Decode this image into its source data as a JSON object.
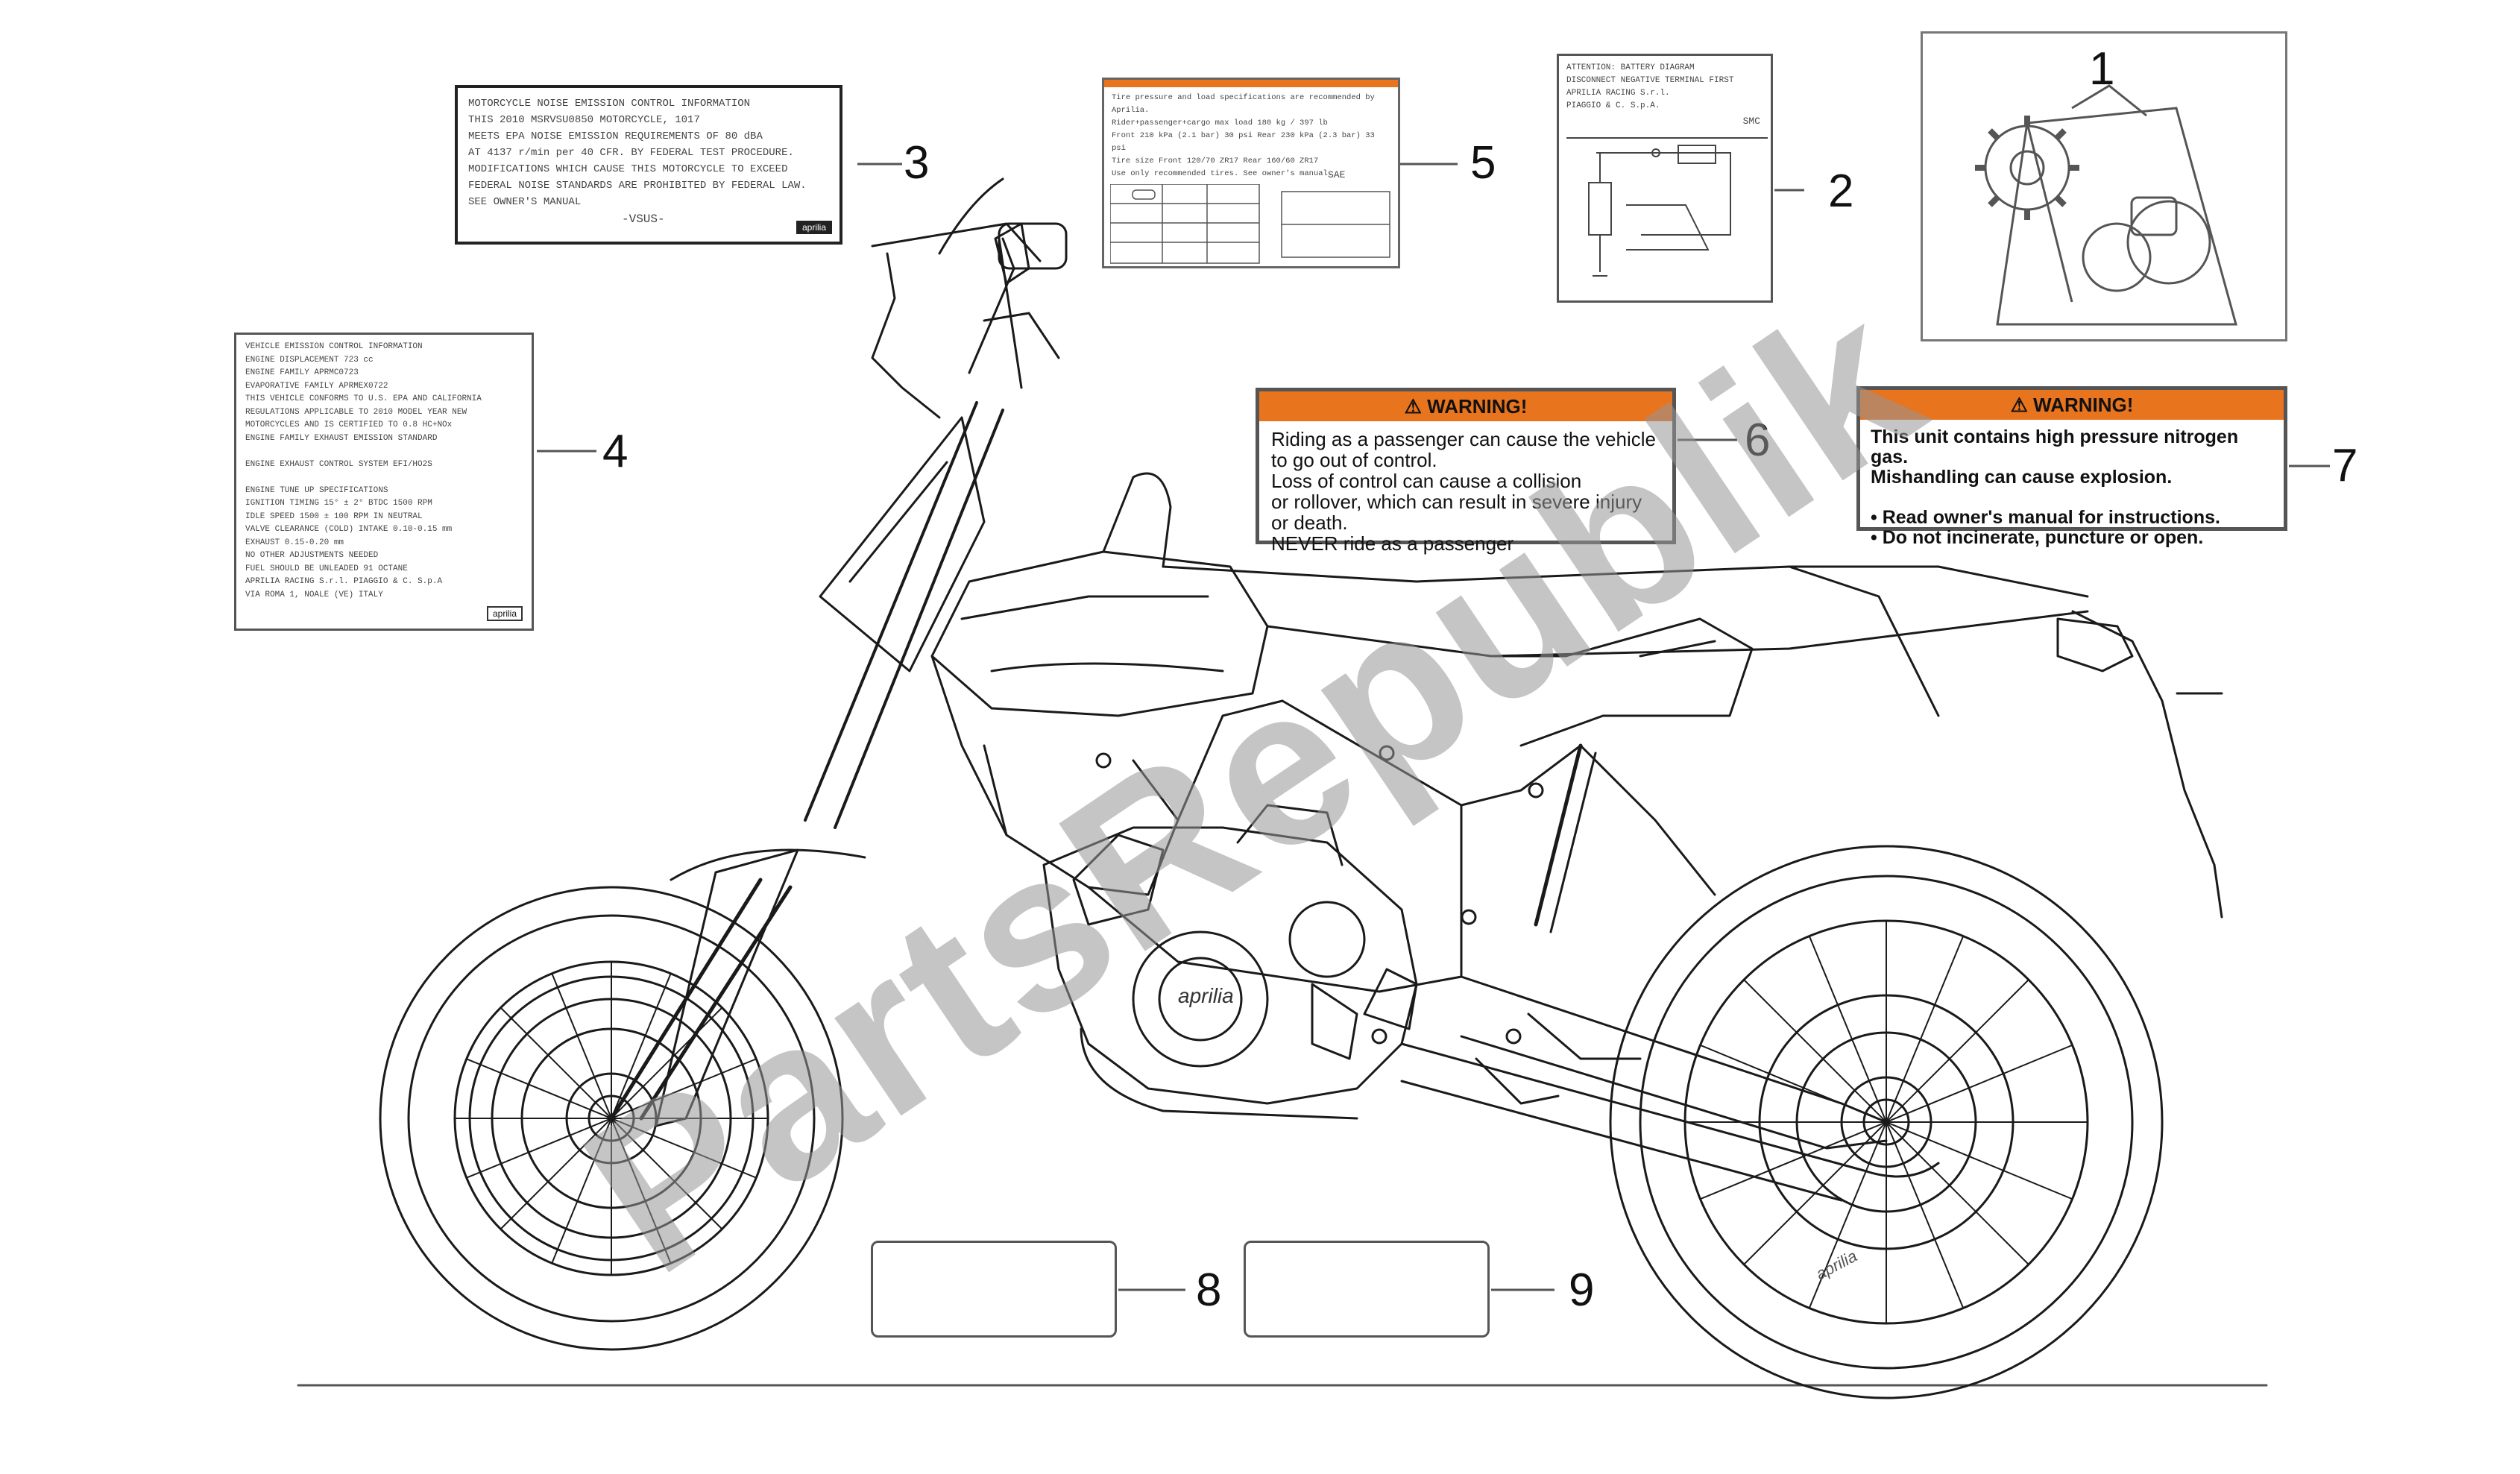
{
  "callouts": [
    "1",
    "2",
    "3",
    "4",
    "5",
    "6",
    "7",
    "8",
    "9"
  ],
  "label3": {
    "lines": [
      "MOTORCYCLE NOISE EMISSION CONTROL INFORMATION",
      "THIS 2010 MSRVSU0850 MOTORCYCLE, 1017",
      "MEETS EPA NOISE EMISSION REQUIREMENTS OF 80 dBA",
      "AT 4137 r/min per 40 CFR. BY FEDERAL TEST PROCEDURE.",
      "MODIFICATIONS WHICH CAUSE THIS MOTORCYCLE TO EXCEED",
      "FEDERAL NOISE STANDARDS ARE PROHIBITED BY FEDERAL LAW.",
      "SEE OWNER'S MANUAL"
    ],
    "model_tag": "-VSUS-",
    "brand": "aprilia"
  },
  "label4": {
    "lines": [
      "VEHICLE EMISSION CONTROL INFORMATION",
      "ENGINE DISPLACEMENT 723 cc",
      "ENGINE FAMILY APRMC0723",
      "EVAPORATIVE FAMILY APRMEX0722",
      "THIS VEHICLE CONFORMS TO U.S. EPA AND CALIFORNIA",
      "REGULATIONS APPLICABLE TO 2010 MODEL YEAR NEW",
      "MOTORCYCLES AND IS CERTIFIED TO 0.8 HC+NOx",
      "ENGINE FAMILY EXHAUST EMISSION STANDARD",
      "",
      "ENGINE EXHAUST CONTROL SYSTEM EFI/HO2S",
      "",
      "ENGINE TUNE UP SPECIFICATIONS",
      "IGNITION TIMING 15° ± 2° BTDC 1500 RPM",
      "IDLE SPEED 1500 ± 100 RPM IN NEUTRAL",
      "VALVE CLEARANCE (COLD) INTAKE 0.10-0.15 mm",
      "EXHAUST 0.15-0.20 mm",
      "NO OTHER ADJUSTMENTS NEEDED",
      "FUEL SHOULD BE UNLEADED 91 OCTANE",
      "APRILIA RACING S.r.l. PIAGGIO & C. S.p.A",
      "VIA ROMA 1, NOALE (VE) ITALY"
    ],
    "brand": "aprilia"
  },
  "label5": {
    "lines": [
      "Tire pressure and load specifications are recommended by Aprilia.",
      "Rider+passenger+cargo max load 180 kg / 397 lb",
      "Front 210 kPa (2.1 bar) 30 psi  Rear 230 kPa (2.3 bar) 33 psi",
      "Tire size Front 120/70 ZR17  Rear 160/60 ZR17",
      "Use only recommended tires. See owner's manual."
    ],
    "tag": "SAE"
  },
  "label2": {
    "lines": [
      "ATTENTION: BATTERY DIAGRAM",
      "DISCONNECT NEGATIVE TERMINAL FIRST",
      "APRILIA RACING S.r.l.",
      "PIAGGIO & C. S.p.A."
    ],
    "tag": "SMC"
  },
  "label6": {
    "header": "⚠ WARNING!",
    "lines": [
      "Riding as a passenger can cause the vehicle",
      "to go out of control.",
      "Loss of control can cause a collision",
      "or rollover, which can result in severe injury",
      "or death.",
      "NEVER ride as a passenger"
    ]
  },
  "label7": {
    "header": "⚠ WARNING!",
    "lines": [
      "This unit contains high pressure nitrogen gas.",
      "Mishandling can cause explosion.",
      "",
      "• Read owner's manual for instructions.",
      "• Do not incinerate, puncture or open."
    ]
  },
  "wheel_logo": "aprilia",
  "engine_logo": "aprilia",
  "watermark": "PartsRepublik",
  "colors": {
    "warning_orange": "#e8741e",
    "line": "#222222",
    "watermark_gray": "#969696"
  },
  "icons": [
    "document-gear-icon",
    "warning-triangle-icon"
  ]
}
